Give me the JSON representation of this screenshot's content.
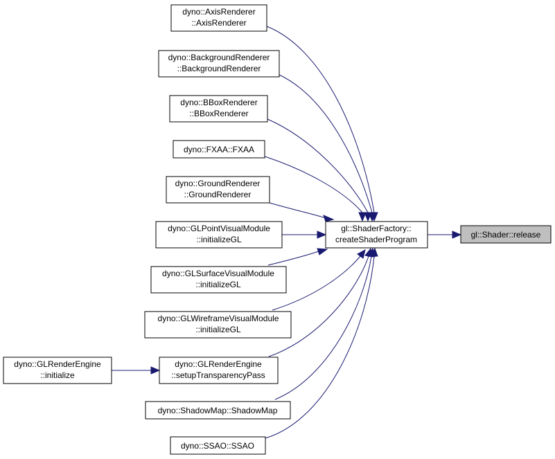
{
  "nodes": {
    "axis": [
      "dyno::AxisRenderer",
      "::AxisRenderer"
    ],
    "background": [
      "dyno::BackgroundRenderer",
      "::BackgroundRenderer"
    ],
    "bbox": [
      "dyno::BBoxRenderer",
      "::BBoxRenderer"
    ],
    "fxaa": [
      "dyno::FXAA::FXAA"
    ],
    "ground": [
      "dyno::GroundRenderer",
      "::GroundRenderer"
    ],
    "glpoint": [
      "dyno::GLPointVisualModule",
      "::initializeGL"
    ],
    "glsurface": [
      "dyno::GLSurfaceVisualModule",
      "::initializeGL"
    ],
    "glwireframe": [
      "dyno::GLWireframeVisualModule",
      "::initializeGL"
    ],
    "renderengine_init": [
      "dyno::GLRenderEngine",
      "::initialize"
    ],
    "renderengine_setup": [
      "dyno::GLRenderEngine",
      "::setupTransparencyPass"
    ],
    "shadowmap": [
      "dyno::ShadowMap::ShadowMap"
    ],
    "ssao": [
      "dyno::SSAO::SSAO"
    ],
    "factory": [
      "gl::ShaderFactory::",
      "createShaderProgram"
    ],
    "release": [
      "gl::Shader::release"
    ]
  }
}
